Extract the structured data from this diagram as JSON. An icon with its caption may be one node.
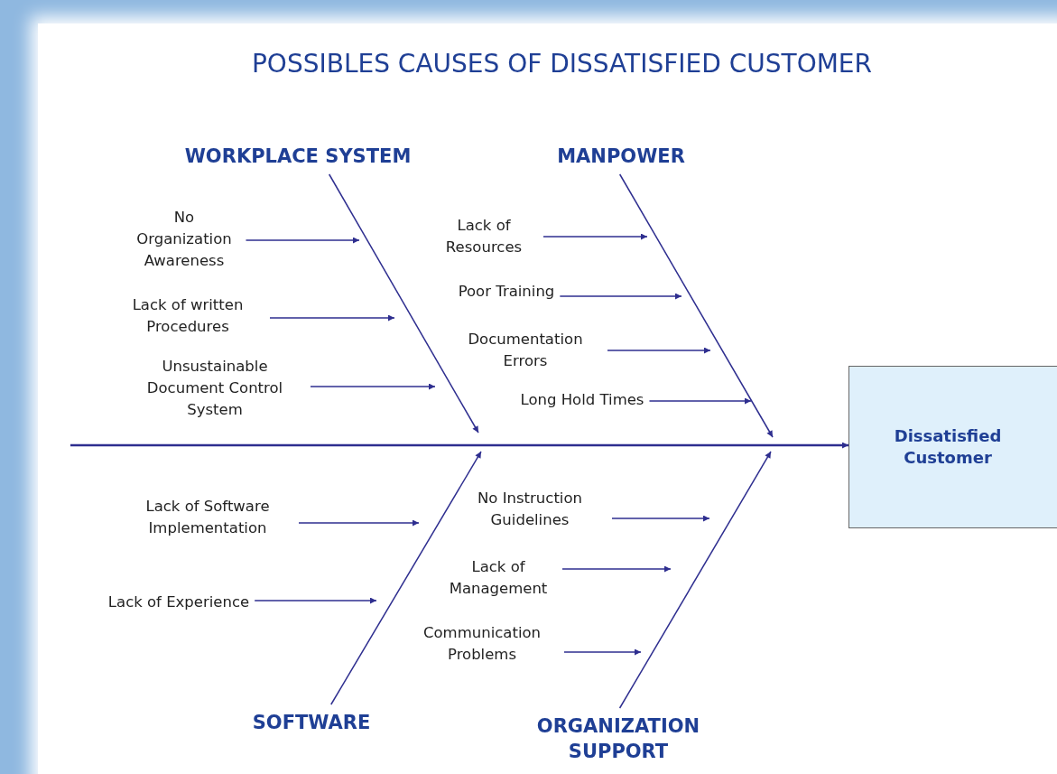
{
  "diagram": {
    "title": "POSSIBLES CAUSES OF DISSATISFIED CUSTOMER",
    "nodes": [
      {
        "text": [
          "WORKPLACE SYSTEM"
        ]
      },
      {
        "text": [
          "MANPOWER"
        ]
      },
      {
        "text": [
          "SOFTWARE"
        ]
      },
      {
        "text": [
          "ORGANIZATION SUPPORT"
        ]
      },
      {
        "text": [
          "Dissatisfied Customer"
        ]
      },
      {
        "text": [
          "No Organization Awareness"
        ]
      },
      {
        "text": [
          "Lack of written Procedures"
        ]
      },
      {
        "text": [
          "Unsustainable Document Control System"
        ]
      },
      {
        "text": [
          "Lack of Resources"
        ]
      },
      {
        "text": [
          "Poor Training"
        ]
      },
      {
        "text": [
          "Documentation Errors"
        ]
      },
      {
        "text": [
          "Long Hold Times"
        ]
      },
      {
        "text": [
          "Lack of Software Implementation"
        ]
      },
      {
        "text": [
          "Lack of Experience"
        ]
      },
      {
        "text": [
          "No Instruction Guidelines"
        ]
      },
      {
        "text": [
          "Lack of Management"
        ]
      },
      {
        "text": [
          "Communication Problems"
        ]
      }
    ],
    "edges": [
      {
        "from": null,
        "to": 4,
        "arrow": "to"
      },
      {
        "from": 0,
        "to": null,
        "arrow": "to"
      },
      {
        "from": 1,
        "to": null,
        "arrow": "to"
      },
      {
        "from": 2,
        "to": null,
        "arrow": "to"
      },
      {
        "from": 3,
        "to": null,
        "arrow": "to"
      },
      {
        "from": 5,
        "to": null,
        "arrow": "to"
      },
      {
        "from": 6,
        "to": null,
        "arrow": "to"
      },
      {
        "from": 7,
        "to": null,
        "arrow": "to"
      },
      {
        "from": 8,
        "to": null,
        "arrow": "to"
      },
      {
        "from": 9,
        "to": null,
        "arrow": "to"
      },
      {
        "from": 10,
        "to": null,
        "arrow": "to"
      },
      {
        "from": 11,
        "to": null,
        "arrow": "to"
      },
      {
        "from": 12,
        "to": null,
        "arrow": "to"
      },
      {
        "from": 13,
        "to": null,
        "arrow": "to"
      },
      {
        "from": 14,
        "to": null,
        "arrow": "to"
      },
      {
        "from": 15,
        "to": null,
        "arrow": "to"
      },
      {
        "from": 16,
        "to": null,
        "arrow": "to"
      }
    ]
  }
}
